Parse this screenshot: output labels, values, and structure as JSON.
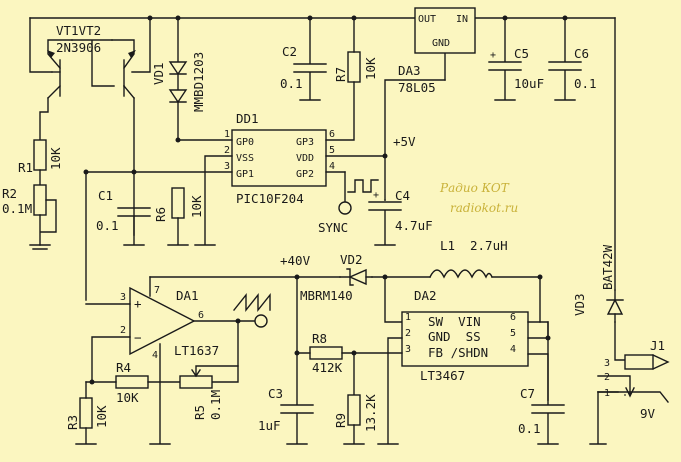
{
  "transistors": {
    "label": "VT1VT2",
    "part": "2N3906"
  },
  "vd1": {
    "ref": "VD1",
    "part": "MMBD1203"
  },
  "r1": {
    "ref": "R1",
    "value": "10K"
  },
  "r2": {
    "ref": "R2",
    "value": "0.1M"
  },
  "c1": {
    "ref": "C1",
    "value": "0.1"
  },
  "r6": {
    "ref": "R6",
    "value": "10K"
  },
  "c2": {
    "ref": "C2",
    "value": "0.1"
  },
  "r7": {
    "ref": "R7",
    "value": "10K"
  },
  "dd1": {
    "ref": "DD1",
    "part": "PIC10F204",
    "pins_left": [
      "GP0",
      "VSS",
      "GP1"
    ],
    "pins_right": [
      "GP3",
      "VDD",
      "GP2"
    ],
    "pin_nums": [
      "1",
      "2",
      "3",
      "6",
      "5",
      "4"
    ]
  },
  "da3": {
    "ref": "DA3",
    "part": "78L05",
    "out": "OUT",
    "in": "IN",
    "gnd": "GND"
  },
  "c5": {
    "ref": "C5",
    "value": "10uF",
    "polarity": "+"
  },
  "c6": {
    "ref": "C6",
    "value": "0.1"
  },
  "plus5v": "+5V",
  "c4": {
    "ref": "C4",
    "value": "4.7uF",
    "polarity": "+"
  },
  "sync": "SYNC",
  "watermark": {
    "line1": "Радио КОТ",
    "line2": "radiokot.ru"
  },
  "plus40v": "+40V",
  "vd2": {
    "ref": "VD2",
    "part": "MBRM140"
  },
  "l1": {
    "ref": "L1",
    "value": "2.7uH"
  },
  "vd3": {
    "ref": "VD3",
    "part": "BAT42W"
  },
  "da1": {
    "ref": "DA1",
    "part": "LT1637",
    "pin_nums": [
      "3",
      "2",
      "7",
      "4",
      "6"
    ],
    "plus": "+",
    "minus": "−"
  },
  "da2": {
    "ref": "DA2",
    "part": "LT3467",
    "row1": "SW  VIN",
    "row2": "GND  SS",
    "row3": "FB /SHDN",
    "pin_nums": [
      "1",
      "2",
      "3",
      "6",
      "5",
      "4"
    ]
  },
  "r8": {
    "ref": "R8",
    "value": "412K"
  },
  "r4": {
    "ref": "R4",
    "value": "10K"
  },
  "r5": {
    "ref": "R5",
    "value": "0.1M"
  },
  "r3": {
    "ref": "R3",
    "value": "10K"
  },
  "c3": {
    "ref": "C3",
    "value": "1uF"
  },
  "r9": {
    "ref": "R9",
    "value": "13.2K"
  },
  "c7": {
    "ref": "C7",
    "value": "0.1"
  },
  "j1": {
    "ref": "J1",
    "pin_nums": [
      "3",
      "2",
      "1"
    ]
  },
  "v9": "9V"
}
